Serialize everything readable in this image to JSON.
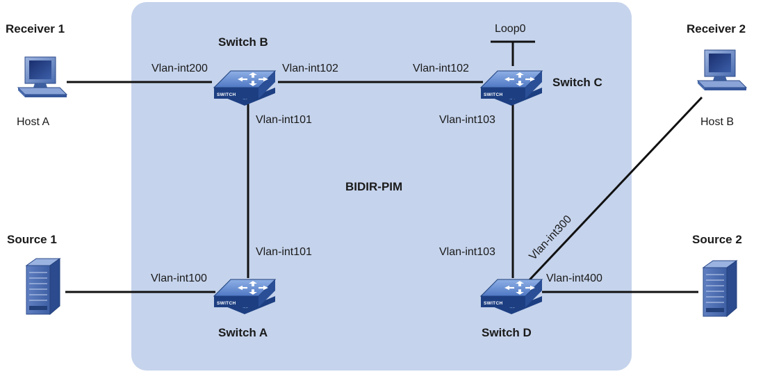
{
  "colors": {
    "region_fill": "#c5d3ec",
    "link": "#111111",
    "switch_top": "#6f95d6",
    "switch_side": "#1d3f82"
  },
  "region": {
    "label": "BIDIR-PIM"
  },
  "switches": {
    "b": {
      "name": "Switch B",
      "badge": "SWITCH",
      "icon": "switch-icon"
    },
    "c": {
      "name": "Switch C",
      "badge": "SWITCH",
      "icon": "switch-icon"
    },
    "a": {
      "name": "Switch A",
      "badge": "SWITCH",
      "icon": "switch-icon"
    },
    "d": {
      "name": "Switch D",
      "badge": "SWITCH",
      "icon": "switch-icon"
    }
  },
  "hosts": {
    "receiver1": {
      "role": "Receiver 1",
      "name": "Host A",
      "icon": "computer-icon"
    },
    "receiver2": {
      "role": "Receiver 2",
      "name": "Host B",
      "icon": "computer-icon"
    },
    "source1": {
      "role": "Source 1",
      "icon": "server-icon"
    },
    "source2": {
      "role": "Source 2",
      "icon": "server-icon"
    }
  },
  "interfaces": {
    "b_vlan200": "Vlan-int200",
    "b_vlan102": "Vlan-int102",
    "b_vlan101": "Vlan-int101",
    "c_vlan102": "Vlan-int102",
    "c_vlan103": "Vlan-int103",
    "c_loop0": "Loop0",
    "a_vlan101": "Vlan-int101",
    "a_vlan100": "Vlan-int100",
    "d_vlan103": "Vlan-int103",
    "d_vlan300": "Vlan-int300",
    "d_vlan400": "Vlan-int400"
  }
}
